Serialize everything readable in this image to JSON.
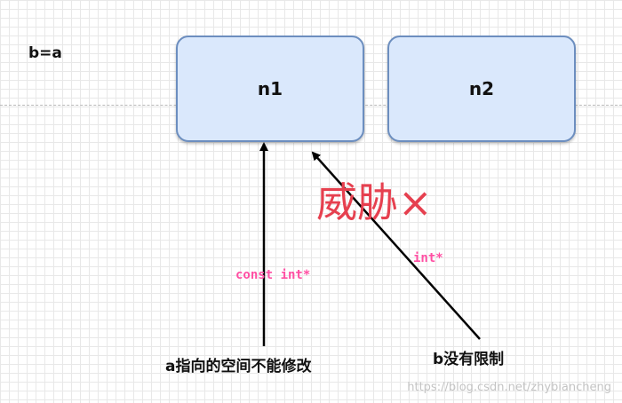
{
  "diagram": {
    "assignment_label": "b=a",
    "nodes": [
      {
        "label": "n1"
      },
      {
        "label": "n2"
      }
    ],
    "threat_text": "威胁×",
    "edges": [
      {
        "type_label": "const int*",
        "source_label": "a指向的空间不能修改"
      },
      {
        "type_label": "int*",
        "source_label": "b没有限制"
      }
    ],
    "colors": {
      "node_fill": "#dae8fc",
      "node_stroke": "#6c8ebf",
      "threat": "#e6404f",
      "type_label": "#ff4fa3"
    }
  },
  "watermark": "https://blog.csdn.net/zhybiancheng"
}
